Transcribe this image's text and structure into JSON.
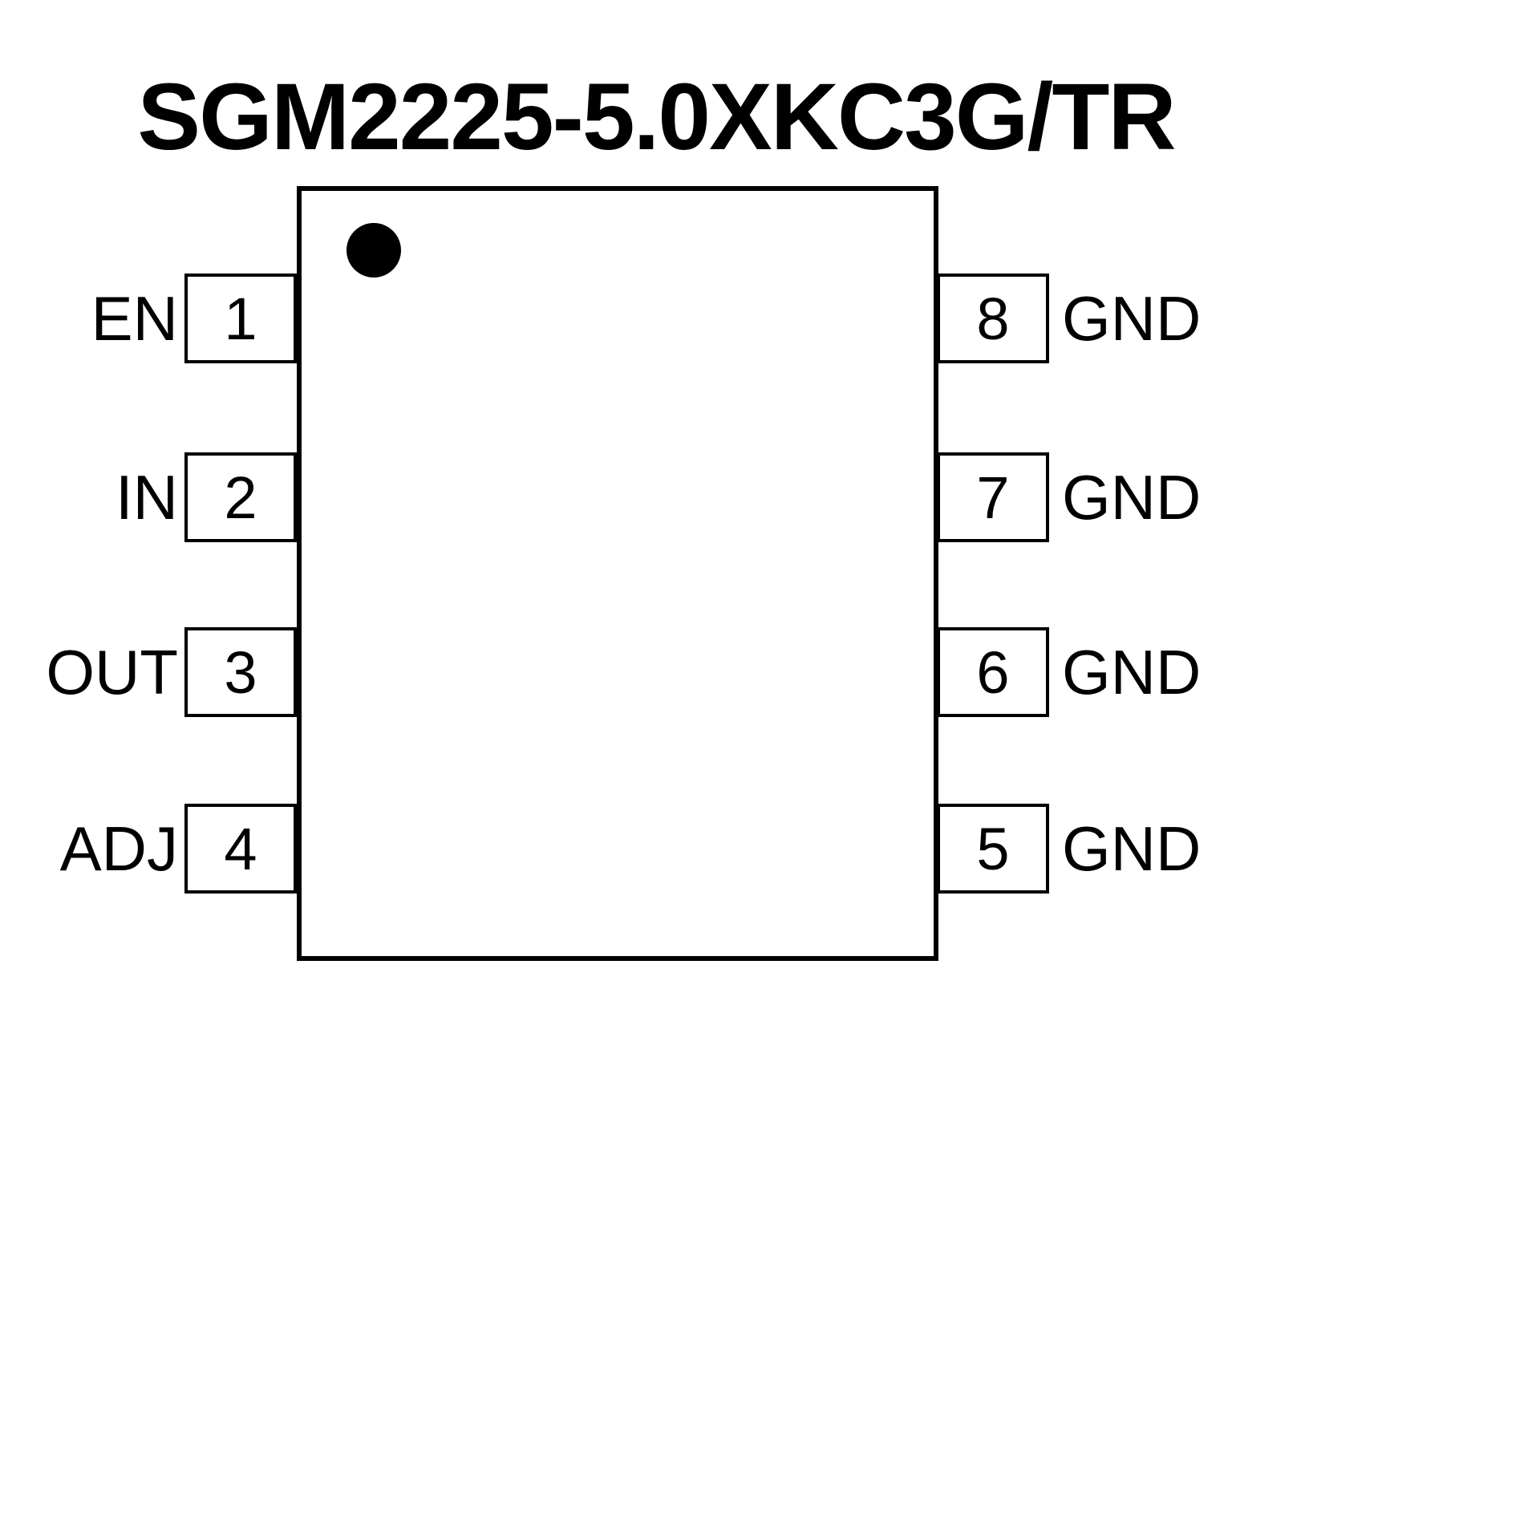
{
  "title": "SGM2225-5.0XKC3G/TR",
  "colors": {
    "line": "#000000",
    "background": "#ffffff"
  },
  "chip": {
    "package_pin_indicator": "pin-1-dot",
    "left_pins": [
      {
        "number": "1",
        "label": "EN"
      },
      {
        "number": "2",
        "label": "IN"
      },
      {
        "number": "3",
        "label": "OUT"
      },
      {
        "number": "4",
        "label": "ADJ"
      }
    ],
    "right_pins": [
      {
        "number": "8",
        "label": "GND"
      },
      {
        "number": "7",
        "label": "GND"
      },
      {
        "number": "6",
        "label": "GND"
      },
      {
        "number": "5",
        "label": "GND"
      }
    ]
  }
}
